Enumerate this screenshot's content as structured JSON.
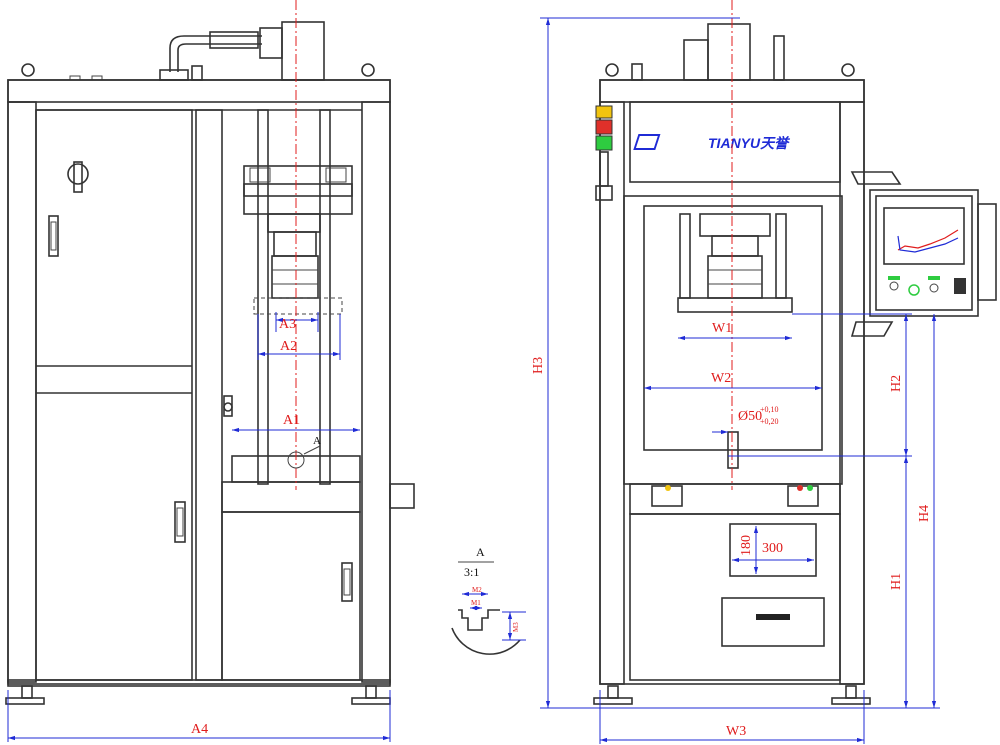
{
  "brand": {
    "name": "TIANYU天誉"
  },
  "dimensions": {
    "a1": "A1",
    "a2": "A2",
    "a3": "A3",
    "a4": "A4",
    "w1": "W1",
    "w2": "W2",
    "w3": "W3",
    "h1": "H1",
    "h2": "H2",
    "h3": "H3",
    "h4": "H4",
    "bore_main": "Ø50",
    "bore_tol_upper": "+0,10",
    "bore_tol_lower": "+0,20",
    "opening_h": "180",
    "opening_w": "300"
  },
  "detail": {
    "marker": "A",
    "title": "A",
    "scale": "3:1",
    "m1": "M1",
    "m2": "M2",
    "m3": "M3"
  },
  "colors": {
    "line": "#333333",
    "dimension": "#1f2bd6",
    "center_line": "#e01c1c",
    "text": "#e01c1c",
    "tower_red": "#e0302a",
    "tower_yellow": "#f1c40f",
    "tower_green": "#2ecc40"
  }
}
